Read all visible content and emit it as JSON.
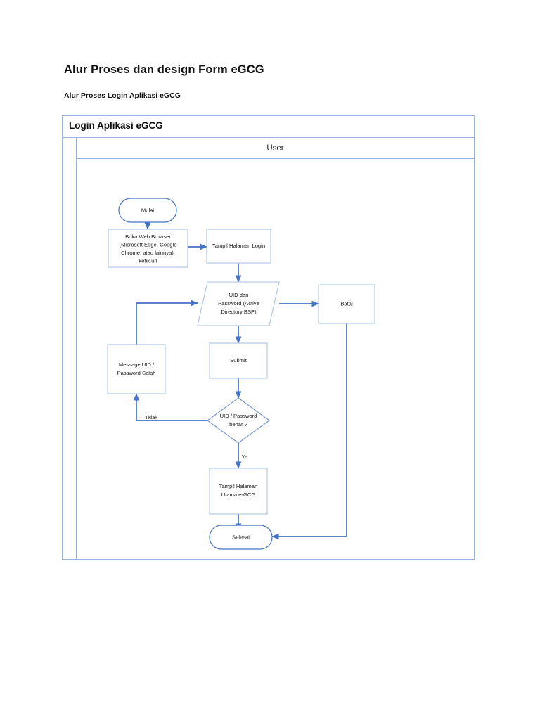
{
  "document": {
    "title": "Alur Proses dan design Form eGCG",
    "subtitle": "Alur Proses Login Aplikasi eGCG"
  },
  "diagram": {
    "frame_title": "Login Aplikasi eGCG",
    "lane_header": "User",
    "colors": {
      "frame_border": "#9ab4de",
      "shape_border": "#a8c3e8",
      "connector": "#4472c4",
      "text": "#1a1a1a",
      "background": "#ffffff"
    },
    "nodes": {
      "start": {
        "label": "Mulai",
        "type": "terminator"
      },
      "open_browser": {
        "type": "process",
        "lines": [
          "Buka Web Browser",
          "(Microsoft Edge, Google",
          "Chrome, atau lainnya),",
          "ketik url"
        ]
      },
      "show_login": {
        "type": "process",
        "lines": [
          "Tampil Halaman Login"
        ]
      },
      "credentials": {
        "type": "data",
        "lines": [
          "UID dan",
          "Password (Active",
          "Directory BSP)"
        ]
      },
      "cancel": {
        "type": "process",
        "lines": [
          "Batal"
        ]
      },
      "error_message": {
        "type": "process",
        "lines": [
          "Message UID /",
          "Password Salah"
        ]
      },
      "submit": {
        "type": "process",
        "lines": [
          "Submit"
        ]
      },
      "decision": {
        "type": "decision",
        "lines": [
          "UID / Password",
          "benar ?"
        ]
      },
      "main_page": {
        "type": "process",
        "lines": [
          "Tampil Halaman",
          "Utama e-GCG"
        ]
      },
      "end": {
        "label": "Selesai",
        "type": "terminator"
      }
    },
    "edge_labels": {
      "no": "Tidak",
      "yes": "Ya"
    }
  }
}
